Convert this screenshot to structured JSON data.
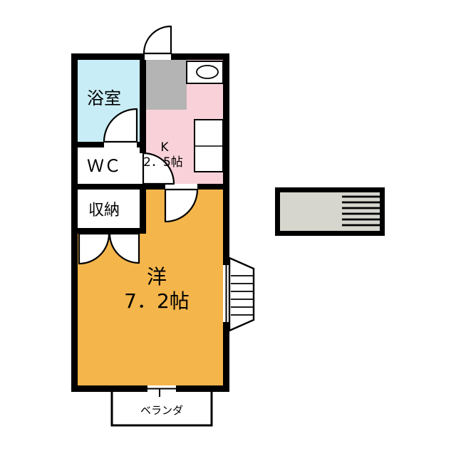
{
  "rooms": {
    "bath": {
      "label": "浴室",
      "fill": "#c9edf6"
    },
    "wc": {
      "label": "ＷＣ",
      "fill": "#ffffff"
    },
    "closet": {
      "label": "収納",
      "fill": "#ffffff"
    },
    "kitchen": {
      "letter": "K",
      "size": "2．5帖",
      "fill": "#f9d2d9"
    },
    "western": {
      "letter": "洋",
      "size": "7．2帖",
      "fill": "#f4b54b"
    },
    "balcony": {
      "label": "ベランダ"
    }
  },
  "colors": {
    "wall": "#000000",
    "entry_floor": "#b4b4b4",
    "stairs_fill": "#d6d6ce",
    "background": "#ffffff"
  }
}
